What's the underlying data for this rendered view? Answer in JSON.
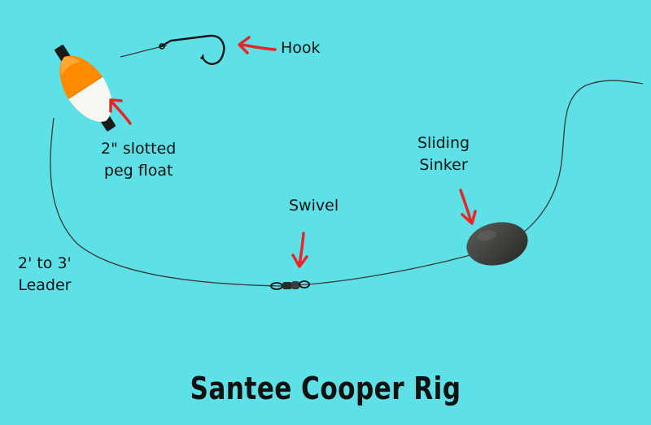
{
  "labels": {
    "hook": "Hook",
    "float_line1": "2\" slotted",
    "float_line2": "peg float",
    "leader_line1": "2' to 3'",
    "leader_line2": "Leader",
    "swivel": "Swivel",
    "sinker_line1": "Sliding",
    "sinker_line2": "Sinker"
  },
  "title": "Santee Cooper Rig",
  "colors": {
    "background": "#5de0e6",
    "line": "#3a3a3a",
    "arrow": "#e8262a",
    "float_orange": "#ff8a00",
    "float_white": "#f7f7f2",
    "sinker": "#3c3d3a",
    "text": "#111111"
  },
  "icons": [
    "hook-icon",
    "float-icon",
    "swivel-icon",
    "sinker-icon",
    "arrow-icon"
  ]
}
